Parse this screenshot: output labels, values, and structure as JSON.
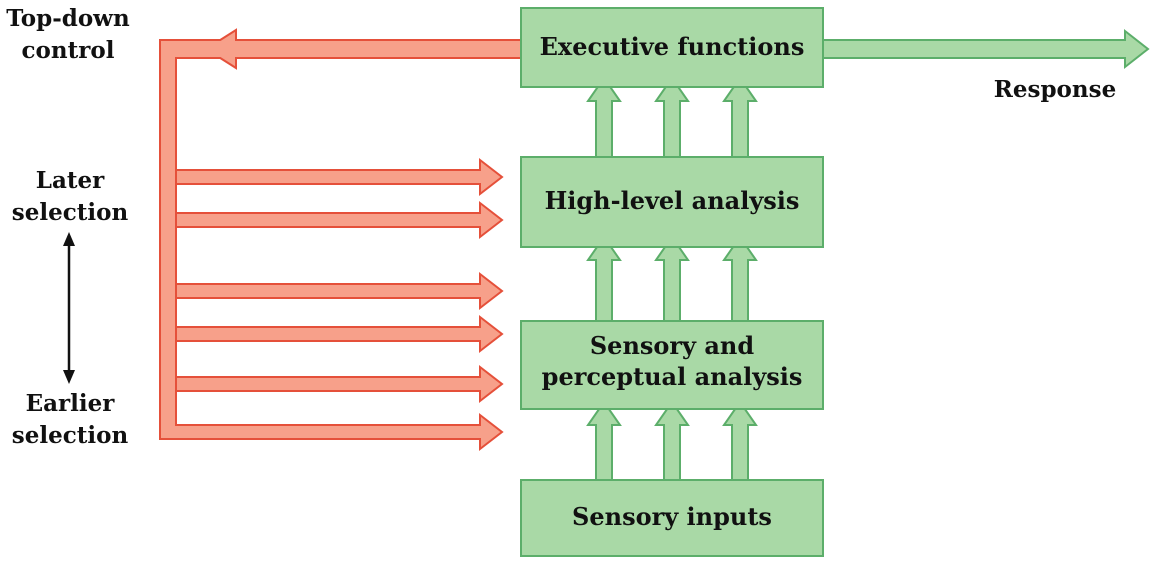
{
  "labels": {
    "top_down_1": "Top-down",
    "top_down_2": "control",
    "response": "Response",
    "later_1": "Later",
    "later_2": "selection",
    "earlier_1": "Earlier",
    "earlier_2": "selection"
  },
  "boxes": {
    "executive": "Executive functions",
    "high_level": "High-level analysis",
    "sensory_perceptual_1": "Sensory and",
    "sensory_perceptual_2": "perceptual analysis",
    "sensory_inputs": "Sensory inputs"
  },
  "colors": {
    "box_fill": "#a9d9a6",
    "box_stroke": "#5cae6a",
    "red_fill": "#f7a08a",
    "red_stroke": "#e5503a",
    "text": "#111111",
    "axis": "#111111"
  }
}
